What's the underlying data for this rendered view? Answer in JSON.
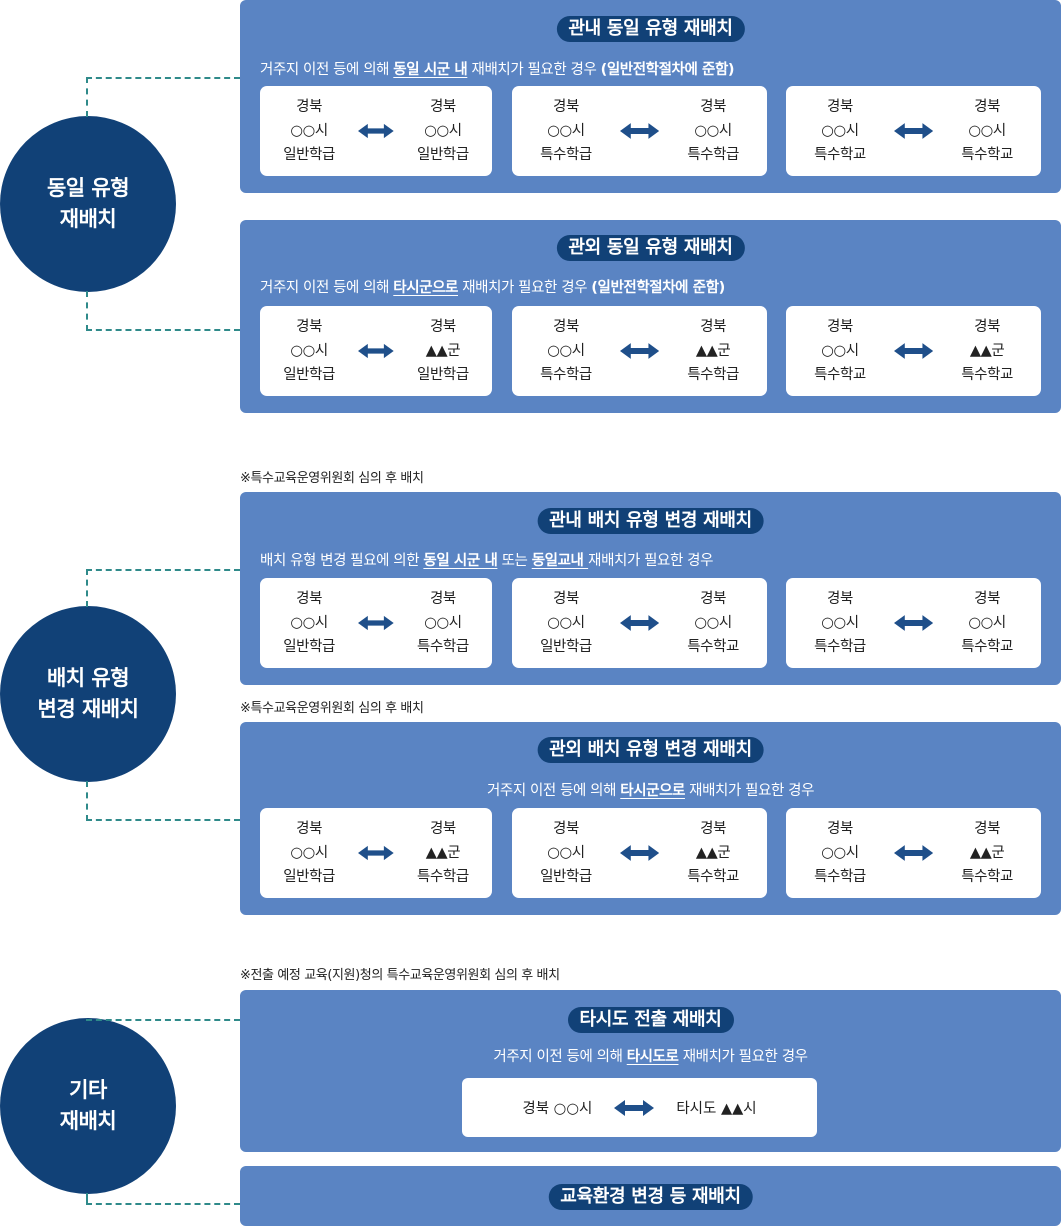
{
  "groups": [
    {
      "title_line1": "동일 유형",
      "title_line2": "재배치"
    },
    {
      "title_line1": "배치 유형",
      "title_line2": "변경 재배치"
    },
    {
      "title_line1": "기타",
      "title_line2": "재배치"
    }
  ],
  "notes": {
    "note1": "※특수교육운영위원회 심의 후 배치",
    "note2": "※특수교육운영위원회 심의 후 배치",
    "note3": "※전출 예정 교육(지원)청의 특수교육운영위원회 심의 후 배치"
  },
  "panels": [
    {
      "title": "관내 동일 유형 재배치",
      "desc_pre": "거주지 이전 등에 의해 ",
      "desc_hl": "동일 시군 내",
      "desc_mid": " 재배치가 필요한 경우 ",
      "desc_bold": "(일반전학절차에 준함)",
      "boxes": [
        {
          "from": [
            "경북",
            "○○시",
            "일반학급"
          ],
          "to": [
            "경북",
            "○○시",
            "일반학급"
          ]
        },
        {
          "from": [
            "경북",
            "○○시",
            "특수학급"
          ],
          "to": [
            "경북",
            "○○시",
            "특수학급"
          ]
        },
        {
          "from": [
            "경북",
            "○○시",
            "특수학교"
          ],
          "to": [
            "경북",
            "○○시",
            "특수학교"
          ]
        }
      ]
    },
    {
      "title": "관외 동일 유형 재배치",
      "desc_pre": "거주지 이전 등에 의해 ",
      "desc_hl": "타시군으로",
      "desc_mid": " 재배치가 필요한 경우 ",
      "desc_bold": "(일반전학절차에 준함)",
      "boxes": [
        {
          "from": [
            "경북",
            "○○시",
            "일반학급"
          ],
          "to": [
            "경북",
            "▲▲군",
            "일반학급"
          ]
        },
        {
          "from": [
            "경북",
            "○○시",
            "특수학급"
          ],
          "to": [
            "경북",
            "▲▲군",
            "특수학급"
          ]
        },
        {
          "from": [
            "경북",
            "○○시",
            "특수학교"
          ],
          "to": [
            "경북",
            "▲▲군",
            "특수학교"
          ]
        }
      ]
    },
    {
      "title": "관내 배치 유형 변경 재배치",
      "desc_pre": "배치 유형 변경 필요에 의한  ",
      "desc_hl": "동일 시군 내",
      "desc_mid": "  또는 ",
      "desc_hl2": "동일교내 ",
      "desc_post": "재배치가 필요한 경우",
      "boxes": [
        {
          "from": [
            "경북",
            "○○시",
            "일반학급"
          ],
          "to": [
            "경북",
            "○○시",
            "특수학급"
          ]
        },
        {
          "from": [
            "경북",
            "○○시",
            "일반학급"
          ],
          "to": [
            "경북",
            "○○시",
            "특수학교"
          ]
        },
        {
          "from": [
            "경북",
            "○○시",
            "특수학급"
          ],
          "to": [
            "경북",
            "○○시",
            "특수학교"
          ]
        }
      ]
    },
    {
      "title": "관외 배치 유형 변경 재배치",
      "desc_pre": "거주지 이전 등에 의해 ",
      "desc_hl": "타시군으로",
      "desc_post": " 재배치가 필요한 경우",
      "boxes": [
        {
          "from": [
            "경북",
            "○○시",
            "일반학급"
          ],
          "to": [
            "경북",
            "▲▲군",
            "특수학급"
          ]
        },
        {
          "from": [
            "경북",
            "○○시",
            "일반학급"
          ],
          "to": [
            "경북",
            "▲▲군",
            "특수학교"
          ]
        },
        {
          "from": [
            "경북",
            "○○시",
            "특수학급"
          ],
          "to": [
            "경북",
            "▲▲군",
            "특수학교"
          ]
        }
      ]
    },
    {
      "title": "타시도 전출 재배치",
      "desc_pre": "거주지 이전 등에 의해 ",
      "desc_hl": "타시도로",
      "desc_post": " 재배치가 필요한 경우",
      "single": {
        "from": "경북 ○○시",
        "to": "타시도 ▲▲시"
      }
    },
    {
      "title": "교육환경 변경 등 재배치"
    }
  ],
  "colors": {
    "navy": "#114177",
    "panel": "#5a84c3",
    "dash": "#2f8a8a"
  }
}
